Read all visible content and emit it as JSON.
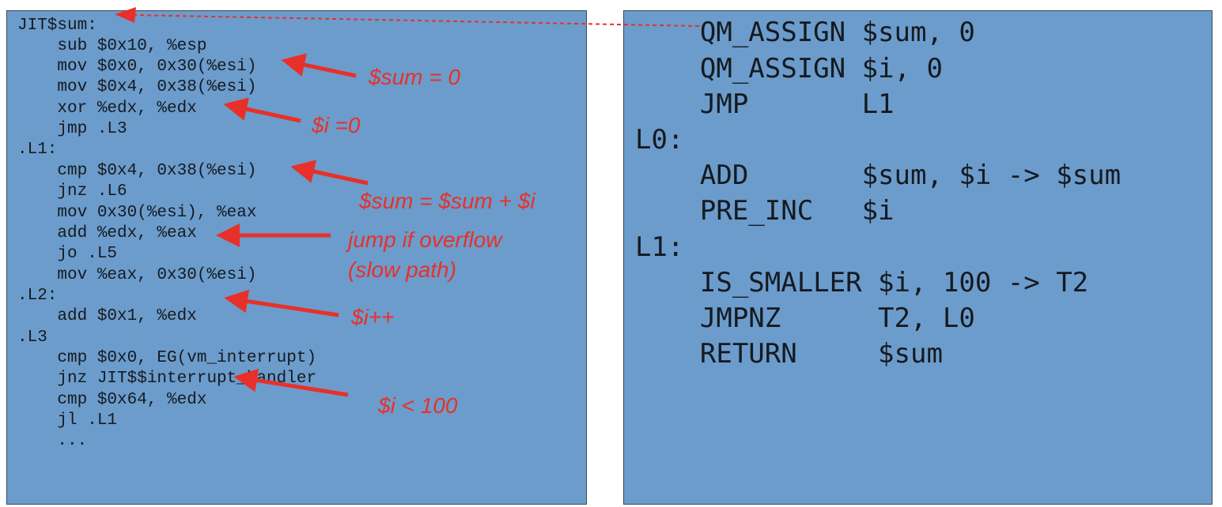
{
  "jit_asm": {
    "lines": [
      "JIT$sum:",
      "    sub $0x10, %esp",
      "    mov $0x0, 0x30(%esi)",
      "    mov $0x4, 0x38(%esi)",
      "    xor %edx, %edx",
      "    jmp .L3",
      ".L1:",
      "    cmp $0x4, 0x38(%esi)",
      "    jnz .L6",
      "    mov 0x30(%esi), %eax",
      "    add %edx, %eax",
      "    jo .L5",
      "    mov %eax, 0x30(%esi)",
      ".L2:",
      "    add $0x1, %edx",
      ".L3",
      "    cmp $0x0, EG(vm_interrupt)",
      "    jnz JIT$$interrupt_handler",
      "    cmp $0x64, %edx",
      "    jl .L1",
      "    ..."
    ]
  },
  "opcodes": {
    "lines": [
      "    QM_ASSIGN $sum, 0",
      "    QM_ASSIGN $i, 0",
      "    JMP       L1",
      "L0:",
      "    ADD       $sum, $i -> $sum",
      "    PRE_INC   $i",
      "L1:",
      "    IS_SMALLER $i, 100 -> T2",
      "    JMPNZ      T2, L0",
      "    RETURN     $sum"
    ]
  },
  "annotations": {
    "sum_init": "$sum = 0",
    "i_init": "$i =0",
    "sum_add": "$sum = $sum + $i",
    "overflow_line1": "jump if overflow",
    "overflow_line2": "(slow path)",
    "i_inc": "$i++",
    "i_cmp": "$i < 100"
  },
  "colors": {
    "panel_bg": "#6c9ccb",
    "panel_border": "#3e4a56",
    "code_text": "#151a20",
    "annotation": "#e8302a"
  }
}
